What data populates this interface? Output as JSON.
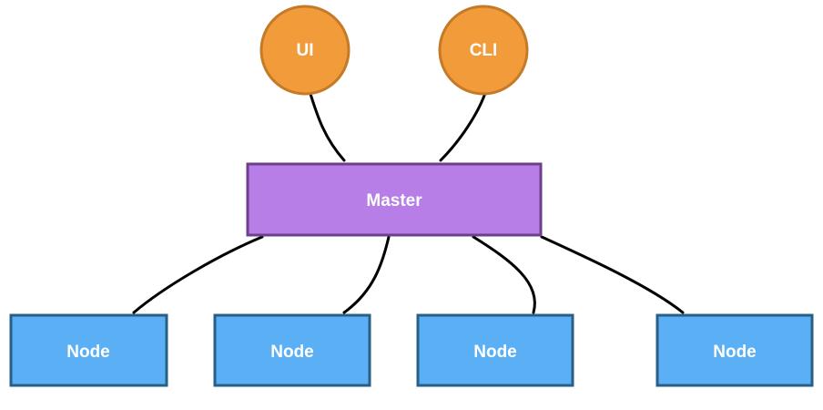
{
  "clients": [
    {
      "label": "UI"
    },
    {
      "label": "CLI"
    }
  ],
  "master": {
    "label": "Master"
  },
  "nodes": [
    {
      "label": "Node"
    },
    {
      "label": "Node"
    },
    {
      "label": "Node"
    },
    {
      "label": "Node"
    }
  ],
  "colors": {
    "client_fill": "#F29B3B",
    "client_stroke": "#C47A26",
    "master_fill": "#B67EE6",
    "master_stroke": "#6D3F8D",
    "node_fill": "#5BB0F5",
    "node_stroke": "#285F86",
    "connector": "#000000",
    "label": "#FFFFFF"
  }
}
